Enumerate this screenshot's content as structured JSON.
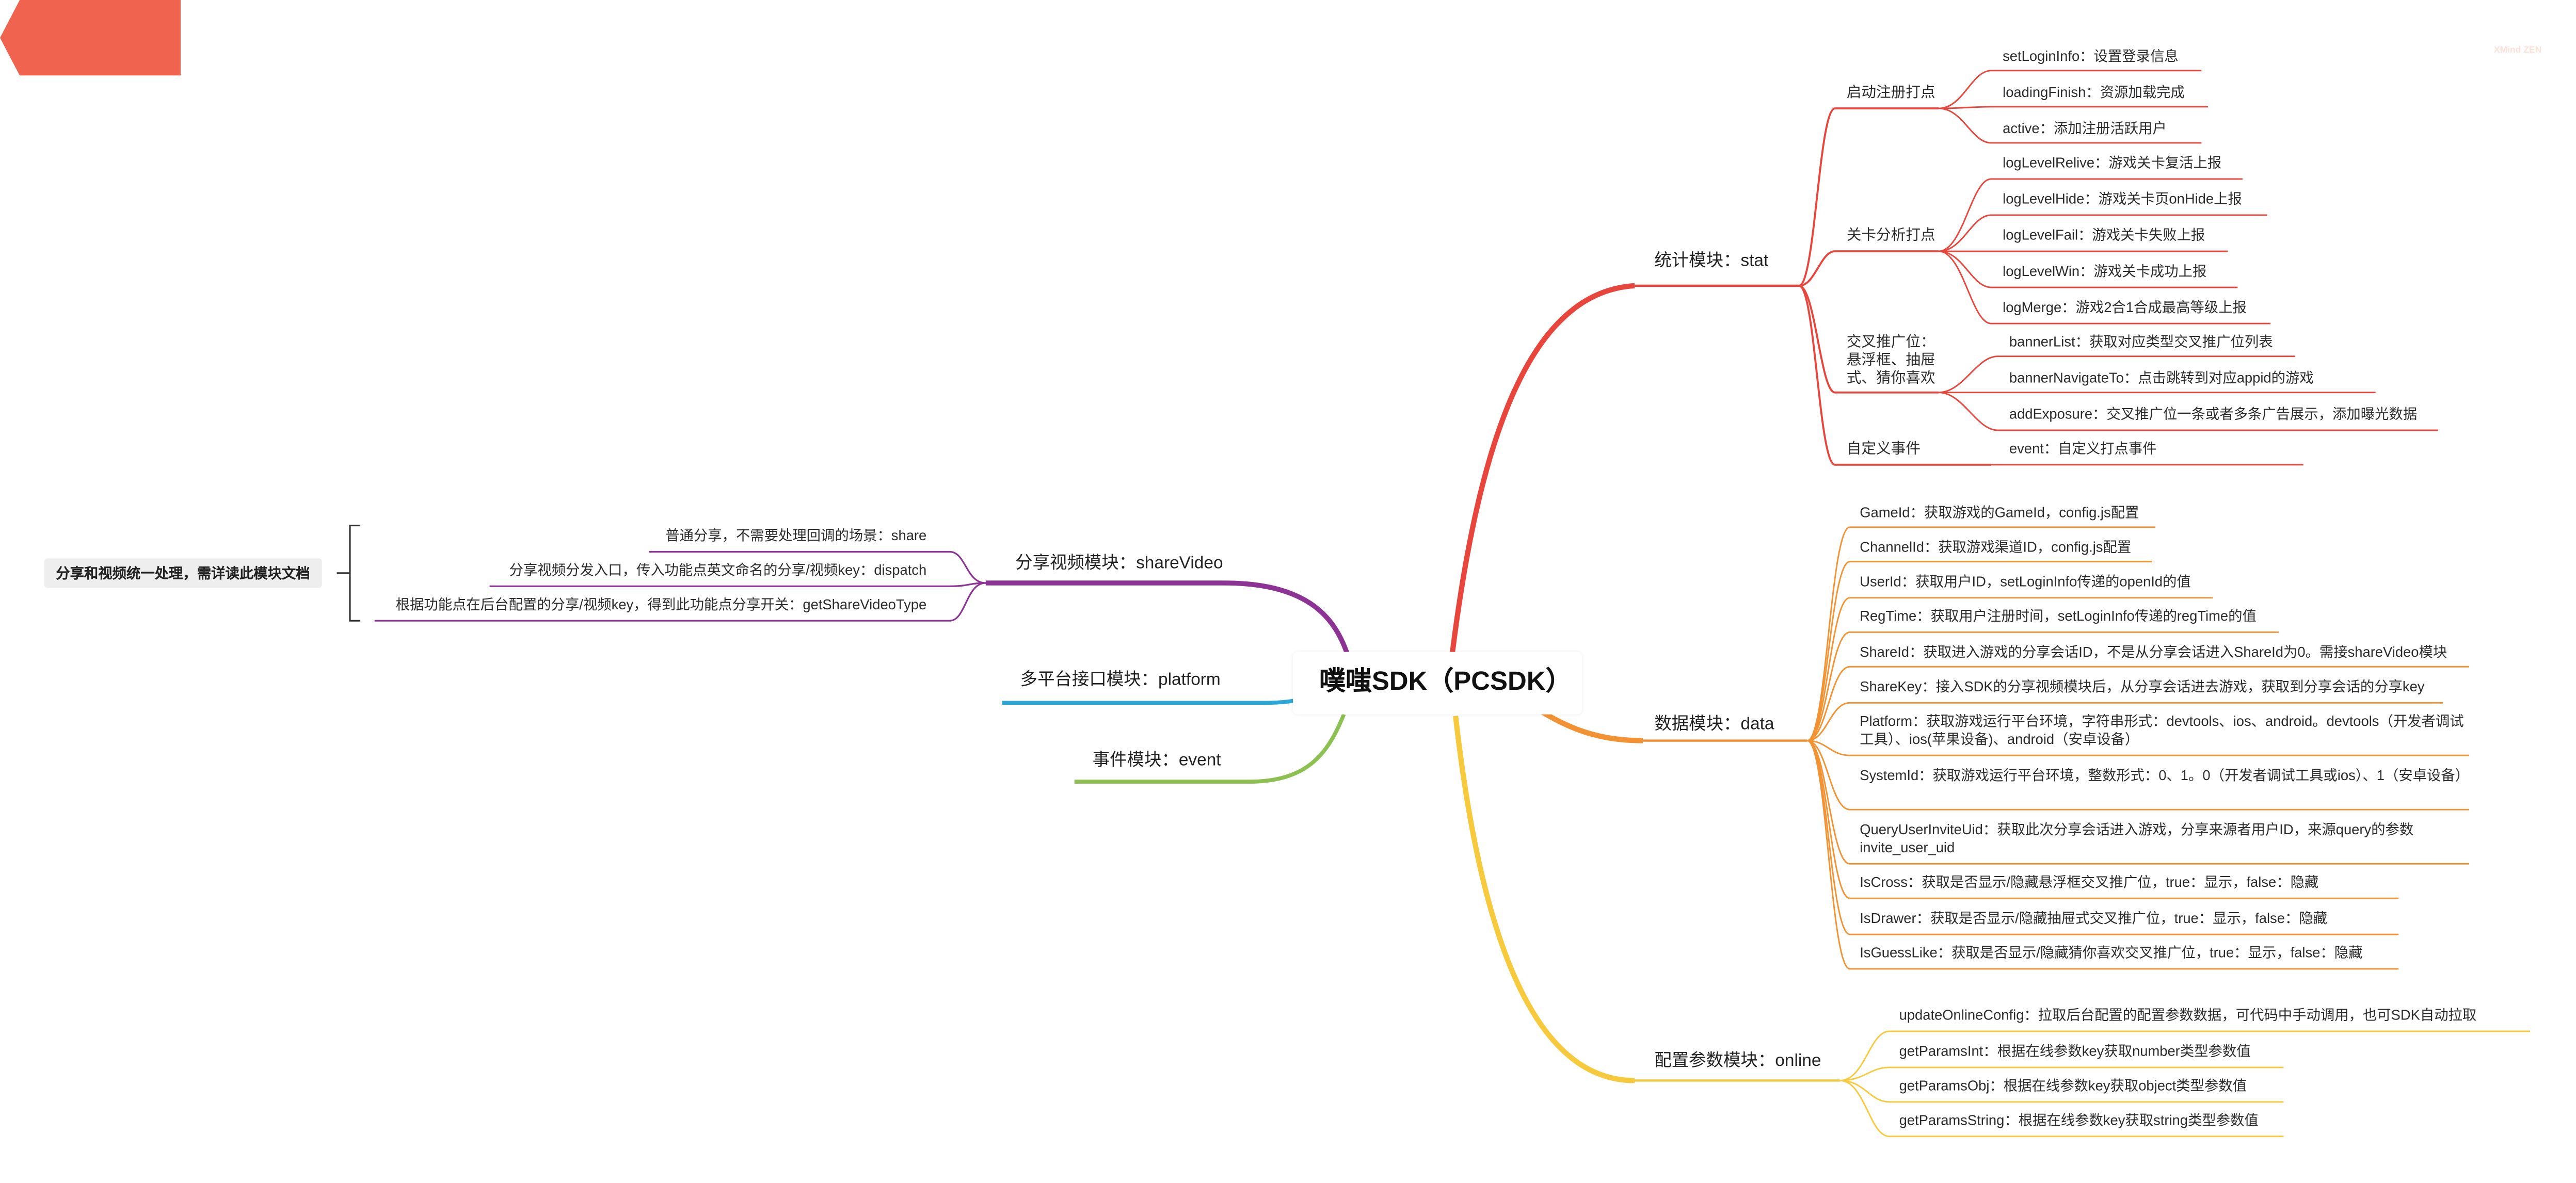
{
  "center": {
    "title": "噗嗤SDK（PCSDK）"
  },
  "watermark": {
    "title": "试用模式",
    "subtitle": "XMind ZEN",
    "color": "#f0634f"
  },
  "colors": {
    "stat": "#e8453c",
    "data": "#f29232",
    "online": "#f7c93c",
    "event": "#8cc152",
    "platform": "#2aa6d9",
    "share": "#8e3396"
  },
  "stat": {
    "label": "统计模块：stat",
    "launch": {
      "label": "启动注册打点",
      "items": [
        "setLoginInfo：设置登录信息",
        "loadingFinish：资源加载完成",
        "active：添加注册活跃用户"
      ]
    },
    "level": {
      "label": "关卡分析打点",
      "items": [
        "logLevelRelive：游戏关卡复活上报",
        "logLevelHide：游戏关卡页onHide上报",
        "logLevelFail：游戏关卡失败上报",
        "logLevelWin：游戏关卡成功上报",
        "logMerge：游戏2合1合成最高等级上报"
      ]
    },
    "cross": {
      "label": "交叉推广位：悬浮框、抽屉式、猜你喜欢",
      "items": [
        "bannerList：获取对应类型交叉推广位列表",
        "bannerNavigateTo：点击跳转到对应appid的游戏",
        "addExposure：交叉推广位一条或者多条广告展示，添加曝光数据"
      ]
    },
    "custom": {
      "label": "自定义事件",
      "items": [
        "event：自定义打点事件"
      ]
    }
  },
  "data": {
    "label": "数据模块：data",
    "items": [
      "GameId：获取游戏的GameId，config.js配置",
      "ChannelId：获取游戏渠道ID，config.js配置",
      "UserId：获取用户ID，setLoginInfo传递的openId的值",
      "RegTime：获取用户注册时间，setLoginInfo传递的regTime的值",
      "ShareId：获取进入游戏的分享会话ID，不是从分享会话进入ShareId为0。需接shareVideo模块",
      "ShareKey：接入SDK的分享视频模块后，从分享会话进去游戏，获取到分享会话的分享key",
      "Platform：获取游戏运行平台环境，字符串形式：devtools、ios、android。devtools（开发者调试工具）、ios(苹果设备)、android（安卓设备）",
      "SystemId：获取游戏运行平台环境，整数形式：0、1。0（开发者调试工具或ios）、1（安卓设备）",
      "QueryUserInviteUid：获取此次分享会话进入游戏，分享来源者用户ID，来源query的参数invite_user_uid",
      "IsCross：获取是否显示/隐藏悬浮框交叉推广位，true：显示，false：隐藏",
      "IsDrawer：获取是否显示/隐藏抽屉式交叉推广位，true：显示，false：隐藏",
      "IsGuessLike：获取是否显示/隐藏猜你喜欢交叉推广位，true：显示，false：隐藏"
    ]
  },
  "online": {
    "label": "配置参数模块：online",
    "items": [
      "updateOnlineConfig：拉取后台配置的配置参数数据，可代码中手动调用，也可SDK自动拉取",
      "getParamsInt：根据在线参数key获取number类型参数值",
      "getParamsObj：根据在线参数key获取object类型参数值",
      "getParamsString：根据在线参数key获取string类型参数值"
    ]
  },
  "share": {
    "label": "分享视频模块：shareVideo",
    "items": [
      "普通分享，不需要处理回调的场景：share",
      "分享视频分发入口，传入功能点英文命名的分享/视频key：dispatch",
      "根据功能点在后台配置的分享/视频key，得到此功能点分享开关：getShareVideoType"
    ],
    "note": "分享和视频统一处理，需详读此模块文档"
  },
  "platform": {
    "label": "多平台接口模块：platform"
  },
  "event": {
    "label": "事件模块：event"
  }
}
